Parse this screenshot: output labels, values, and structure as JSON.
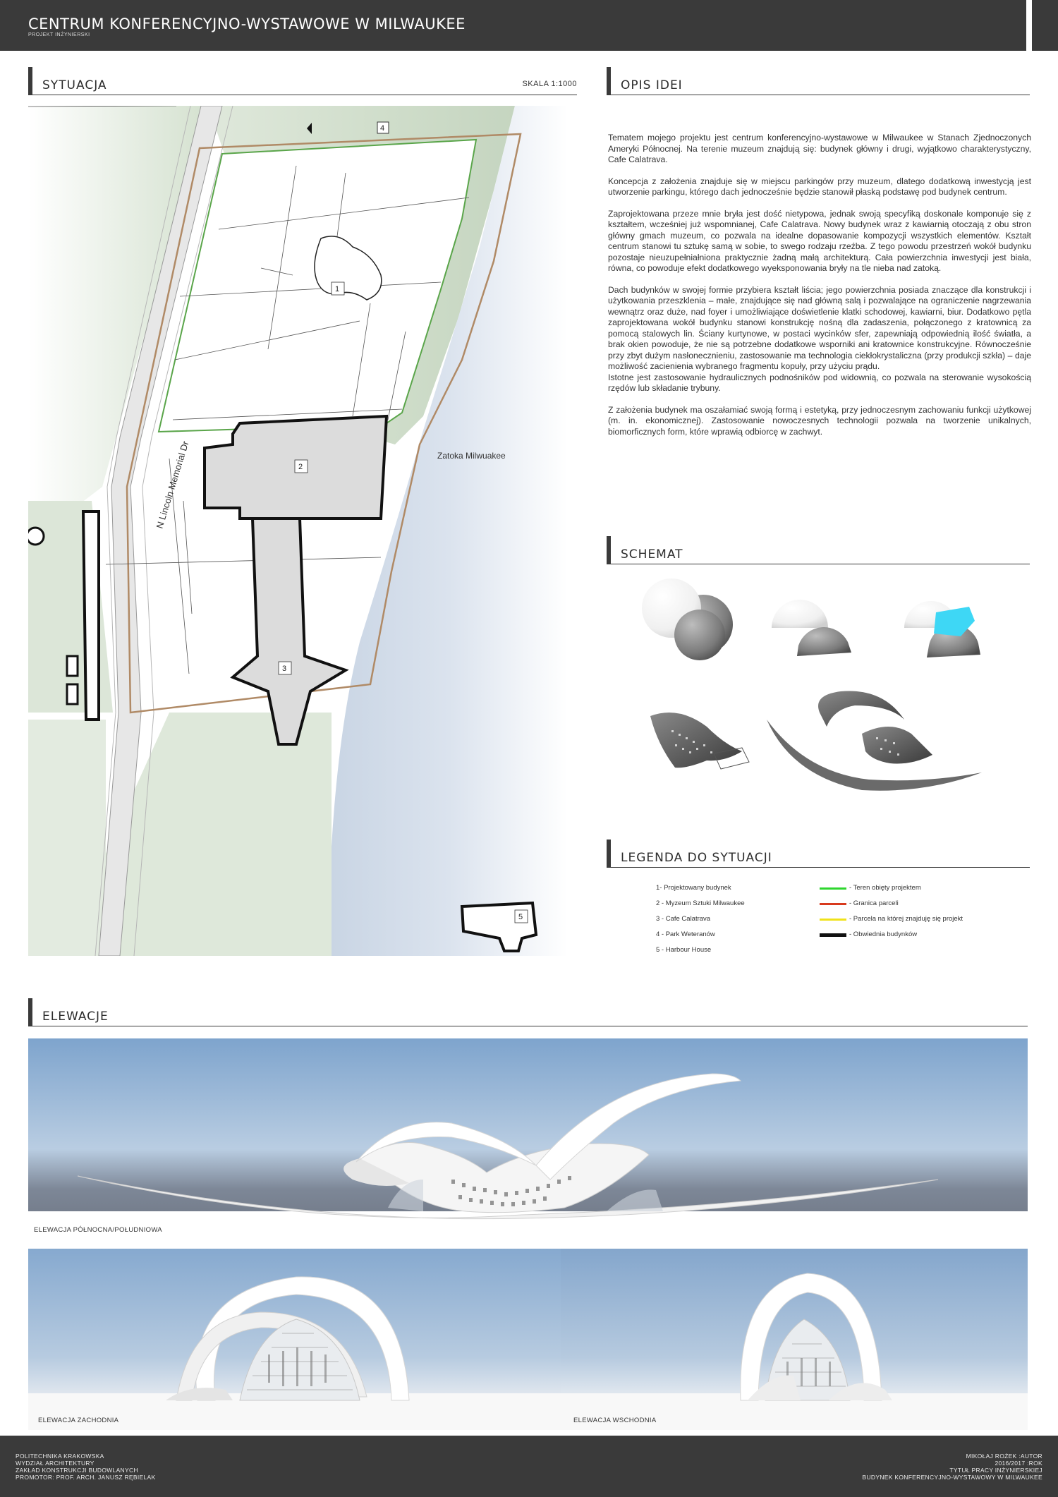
{
  "header": {
    "title": "CENTRUM KONFERENCYJNO-WYSTAWOWE W MILWAUKEE",
    "subtitle": "PROJEKT INŻYNIERSKI"
  },
  "sytuacja": {
    "heading": "SYTUACJA",
    "scale": "SKALA 1:1000",
    "street_label": "N Lincoln Memorial Dr",
    "bay_label": "Zatoka Milwuakee",
    "building_numbers": [
      "1",
      "2",
      "3",
      "4",
      "5"
    ]
  },
  "opis": {
    "heading": "OPIS IDEI",
    "paragraphs": [
      "Tematem mojego projektu jest centrum konferencyjno-wystawowe w Milwaukee w Stanach Zjednoczonych Ameryki Północnej. Na terenie muzeum znajdują się: budynek główny i drugi, wyjątkowo charakterystyczny, Cafe Calatrava.",
      "Koncepcja z założenia znajduje się w miejscu parkingów przy muzeum, dlatego dodatkową inwestycją jest utworzenie parkingu, którego dach jednocześnie będzie stanowił płaską podstawę pod budynek centrum.",
      "Zaprojektowana przeze mnie bryła jest dość nietypowa, jednak swoją specyfiką doskonale komponuje się z kształtem, wcześniej już wspomnianej, Cafe Calatrava. Nowy budynek wraz z kawiarnią otoczają z obu stron główny gmach muzeum, co pozwala na idealne dopasowanie kompozycji wszystkich elementów. Kształt centrum stanowi tu sztukę samą w sobie, to swego rodzaju rzeźba. Z tego powodu przestrzeń wokół budynku pozostaje nieuzupełniałniona praktycznie żadną małą architekturą. Cała powierzchnia inwestycji jest biała, równa, co powoduje efekt dodatkowego wyeksponowania bryły na tle nieba nad zatoką.",
      "Dach budynków w swojej formie przybiera kształt liścia; jego powierzchnia posiada znaczące dla konstrukcji i użytkowania przeszklenia – małe, znajdujące się nad główną salą i pozwalające na ograniczenie nagrzewania wewnątrz oraz duże, nad foyer i umożliwiające doświetlenie klatki schodowej, kawiarni, biur. Dodatkowo pętla zaprojektowana wokół budynku stanowi konstrukcję nośną dla zadaszenia, połączonego z kratownicą za pomocą stalowych lin. Ściany kurtynowe, w postaci wycinków sfer, zapewniają odpowiednią ilość światła, a brak okien powoduje, że nie są potrzebne dodatkowe wsporniki ani kratownice konstrukcyjne. Równocześnie przy zbyt dużym nasłonecznieniu, zastosowanie ma technologia ciekłokrystaliczna (przy produkcji szkła) – daje możliwość zacienienia wybranego fragmentu kopuły, przy użyciu prądu.",
      "Istotne jest zastosowanie hydraulicznych podnośników pod widownią, co pozwala na sterowanie wysokością rzędów lub składanie trybuny.",
      "Z założenia budynek ma oszałamiać swoją formą i estetyką, przy jednoczesnym zachowaniu funkcji użytkowej (m. in. ekonomicznej). Zastosowanie nowoczesnych technologii pozwala na tworzenie unikalnych, biomorficznych form, które wprawią odbiorcę w zachwyt."
    ]
  },
  "schemat": {
    "heading": "SCHEMAT"
  },
  "legenda": {
    "heading": "LEGENDA DO SYTUACJI",
    "left_items": [
      "1- Projektowany budynek",
      "2 - Myzeum Sztuki Milwaukee",
      "3 - Cafe Calatrava",
      "4 - Park Weteranów",
      "5 - Harbour House"
    ],
    "right_items": [
      {
        "label": "- Teren obięty projektem",
        "color": "#2fd62f"
      },
      {
        "label": "- Granica parceli",
        "color": "#d83a1e"
      },
      {
        "label": "- Parcela na której znajduję się projekt",
        "color": "#f0e21a"
      },
      {
        "label": "- Obwiednia budynków",
        "color": "#111111"
      }
    ]
  },
  "elewacje": {
    "heading": "ELEWACJE",
    "north_south": "ELEWACJA PÓŁNOCNA/POŁUDNIOWA",
    "west": "ELEWACJA ZACHODNIA",
    "east": "ELEWACJA WSCHODNIA"
  },
  "footer": {
    "left": [
      "POLITECHNIKA KRAKOWSKA",
      "WYDZIAŁ ARCHITEKTURY",
      "ZAKŁAD KONSTRUKCJI BUDOWLANYCH",
      "PROMOTOR: PROF. ARCH. JANUSZ RĘBIELAK"
    ],
    "right": [
      "MIKOŁAJ ROŻEK :AUTOR",
      "2016/2017 :ROK",
      "TYTUŁ PRACY INŻYNIERSKIEJ",
      "BUDYNEK KONFERENCYJNO-WYSTAWOWY W MILWAUKEE"
    ]
  }
}
